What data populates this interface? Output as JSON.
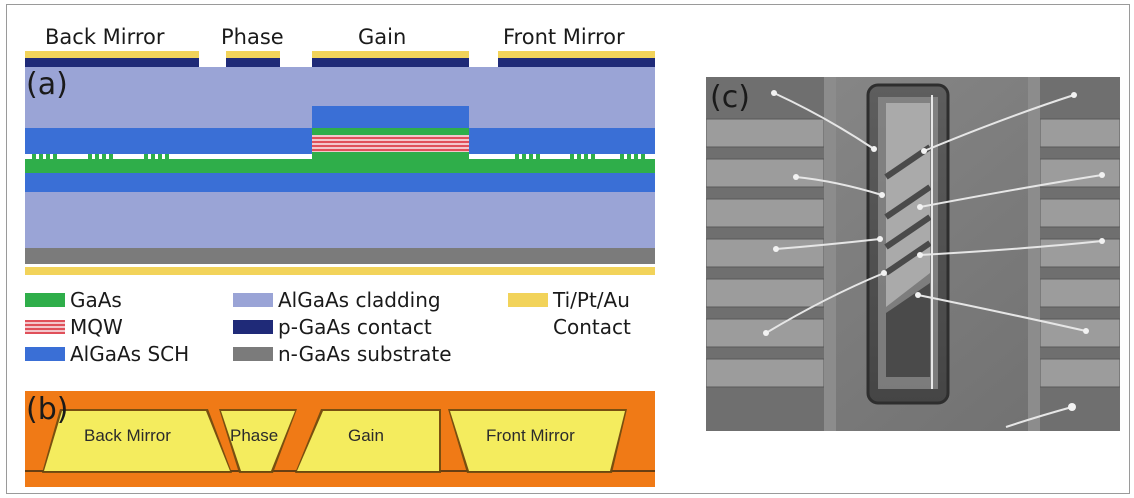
{
  "panel_a": {
    "label": "(a)",
    "contacts": [
      "Back Mirror",
      "Phase",
      "Gain",
      "Front Mirror"
    ]
  },
  "legend": {
    "gaas": "GaAs",
    "mqw": "MQW",
    "sch": "AlGaAs SCH",
    "cladding": "AlGaAs cladding",
    "p_contact": "p-GaAs contact",
    "n_substrate": "n-GaAs substrate",
    "metal_line1": "Ti/Pt/Au",
    "metal_line2": "Contact"
  },
  "panel_b": {
    "label": "(b)",
    "sections": [
      "Back Mirror",
      "Phase",
      "Gain",
      "Front Mirror"
    ]
  },
  "panel_c": {
    "label": "(c)"
  },
  "colors": {
    "gold": "#f2d35a",
    "p_contact": "#1f2a78",
    "cladding": "#9aa4d6",
    "sch": "#3a6fd6",
    "gaas": "#2fae4a",
    "mqw_red": "#e0505a",
    "mqw_light": "#f3c7cc",
    "substrate": "#7b7b7b",
    "orange": "#f07a16",
    "yellow": "#f4ec5e"
  }
}
